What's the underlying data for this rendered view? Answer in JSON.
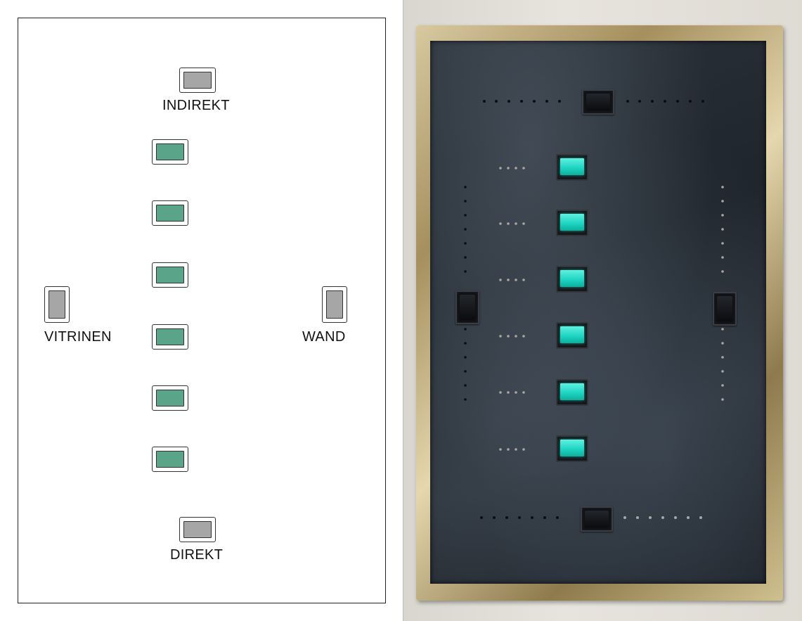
{
  "diagram": {
    "labels": {
      "top": "INDIREKT",
      "left": "VITRINEN",
      "right": "WAND",
      "bottom": "DIREKT"
    },
    "colors": {
      "off_switch_fill": "#a6a6a6",
      "on_switch_fill": "#5aa58a",
      "outline": "#333333"
    }
  },
  "photo": {
    "colors": {
      "plate": "#242a31",
      "frame": "#c2b283",
      "indicator": "#1bd3c0"
    }
  }
}
